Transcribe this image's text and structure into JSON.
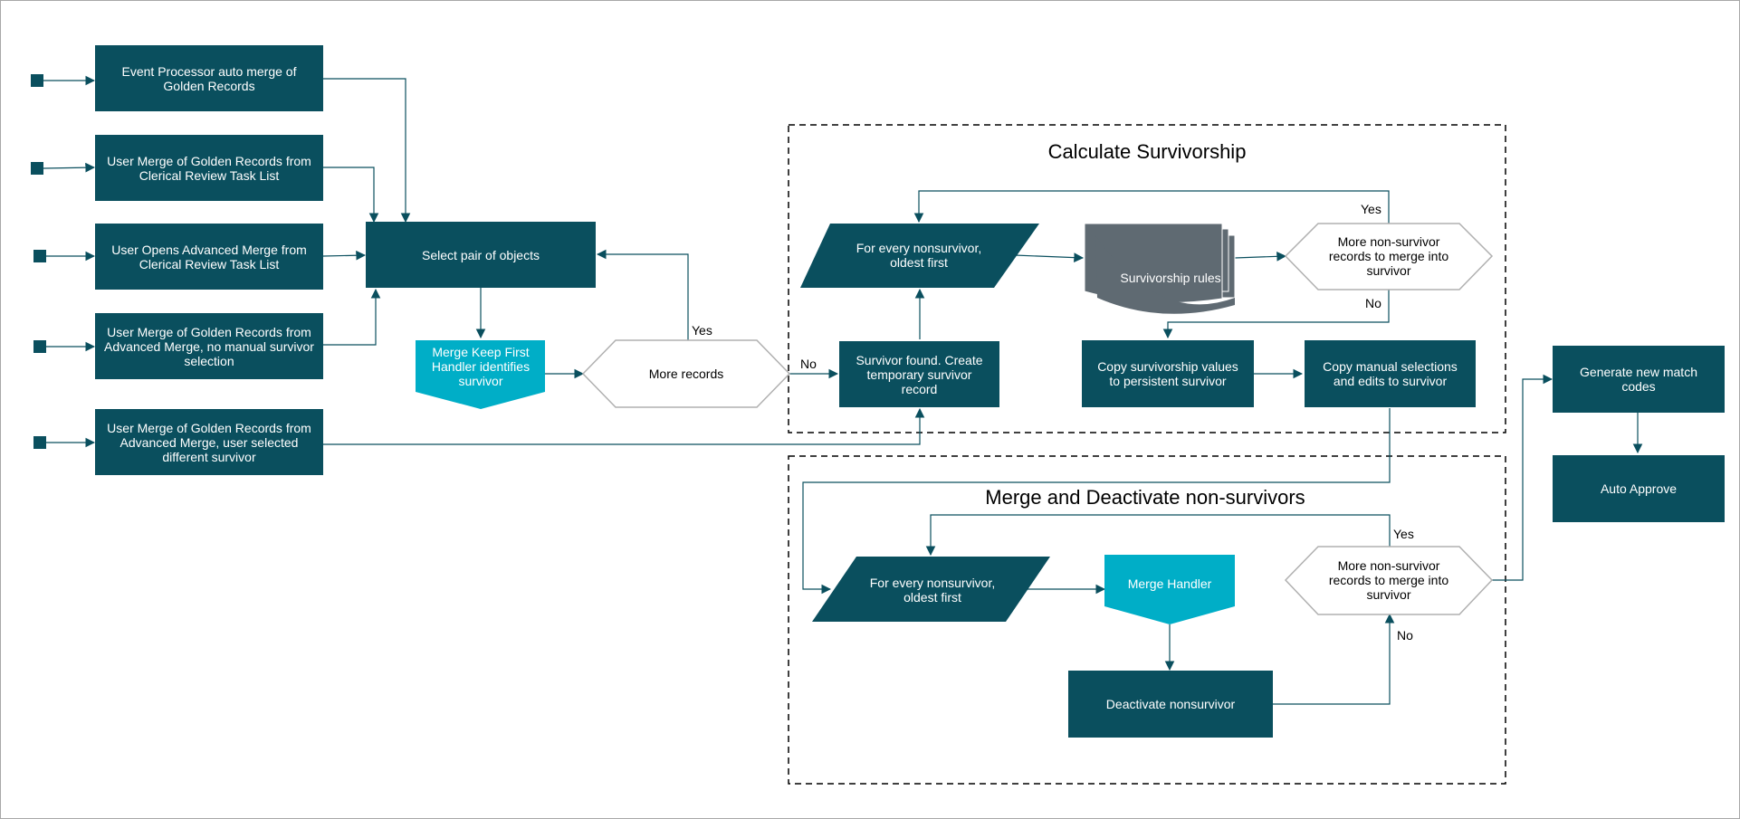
{
  "colors": {
    "dark": "#0a4f5e",
    "teal": "#00aec7",
    "gray": "#5f6a72",
    "line": "#0a4f5e"
  },
  "triggers": {
    "t1": "Event Processor auto merge of Golden Records",
    "t2": "User Merge of Golden Records from Clerical Review Task List",
    "t3": "User Opens Advanced Merge from Clerical Review Task List",
    "t4": "User Merge of Golden Records from Advanced Merge, no manual survivor selection",
    "t5": "User Merge of Golden Records from Advanced Merge, user selected different survivor"
  },
  "main": {
    "select_pair": "Select pair of objects",
    "merge_keep_first": "Merge Keep First Handler identifies survivor",
    "more_records": "More records",
    "survivor_found": "Survivor found. Create temporary survivor record"
  },
  "calc": {
    "title": "Calculate Survivorship",
    "for_every": "For every nonsurvivor, oldest first",
    "rules": "Survivorship rules",
    "more_nonsurvivor": "More non-survivor records to merge into survivor",
    "copy_values": "Copy survivorship values to persistent survivor",
    "copy_manual": "Copy manual selections and edits to survivor"
  },
  "merge": {
    "title": "Merge and Deactivate non-survivors",
    "for_every": "For every nonsurvivor, oldest first",
    "handler": "Merge Handler",
    "more_nonsurvivor": "More non-survivor records to merge into survivor",
    "deactivate": "Deactivate nonsurvivor"
  },
  "right": {
    "generate": "Generate new match codes",
    "auto_approve": "Auto Approve"
  },
  "labels": {
    "yes": "Yes",
    "no": "No"
  }
}
